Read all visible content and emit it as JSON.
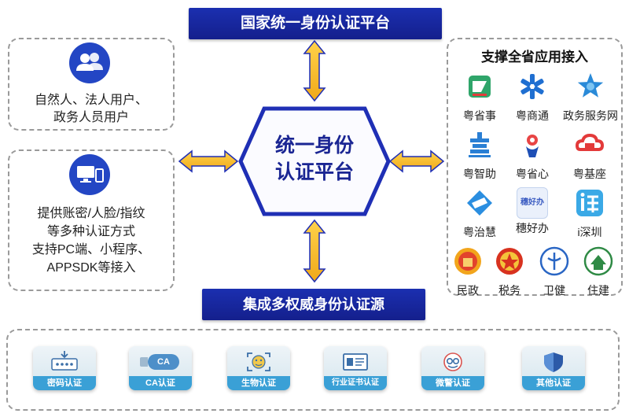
{
  "top_banner": "国家统一身份认证平台",
  "bottom_banner": "集成多权威身份认证源",
  "center": {
    "line1": "统一身份",
    "line2": "认证平台"
  },
  "left_top": {
    "line1": "自然人、法人用户、",
    "line2": "政务人员用户",
    "icon": "users-icon"
  },
  "left_bottom": {
    "icon": "devices-icon",
    "lines": [
      "提供账密/人脸/指纹",
      "等多种认证方式",
      "支持PC端、小程序、",
      "APPSDK等接入"
    ]
  },
  "right_panel": {
    "title": "支撑全省应用接入",
    "apps": [
      {
        "label": "粤省事",
        "icon": "yueshengshi-icon"
      },
      {
        "label": "粤商通",
        "icon": "yueshangtong-icon"
      },
      {
        "label": "政务服务网",
        "icon": "zhengwu-icon"
      },
      {
        "label": "粤智助",
        "icon": "yuezhizhu-icon"
      },
      {
        "label": "粤省心",
        "icon": "yueshengxin-icon"
      },
      {
        "label": "粤基座",
        "icon": "yuejizuo-icon"
      },
      {
        "label": "粤治慧",
        "icon": "yuezhihui-icon"
      },
      {
        "label": "穗好办",
        "icon": "suihaoban-icon"
      },
      {
        "label": "i深圳",
        "icon": "ishenzhen-icon"
      },
      {
        "label": "民政",
        "icon": "minzheng-icon"
      },
      {
        "label": "税务",
        "icon": "shuiwu-icon"
      },
      {
        "label": "卫健",
        "icon": "weijian-icon"
      },
      {
        "label": "住建",
        "icon": "zhujian-icon"
      }
    ],
    "suihaoban_badge": "穗好办"
  },
  "auth_sources": [
    {
      "label": "密码认证",
      "icon": "password-icon"
    },
    {
      "label": "CA认证",
      "icon": "ca-usb-icon"
    },
    {
      "label": "生物认证",
      "icon": "face-scan-icon"
    },
    {
      "label": "行业证书认证",
      "icon": "certificate-icon"
    },
    {
      "label": "微警认证",
      "icon": "police-icon"
    },
    {
      "label": "其他认证",
      "icon": "shield-icon"
    }
  ],
  "ca_badge": "CA",
  "colors": {
    "banner": "#1b2fb0",
    "arrow": "#f5b826",
    "hex_border": "#1f2fb5",
    "accent": "#2346c4"
  }
}
